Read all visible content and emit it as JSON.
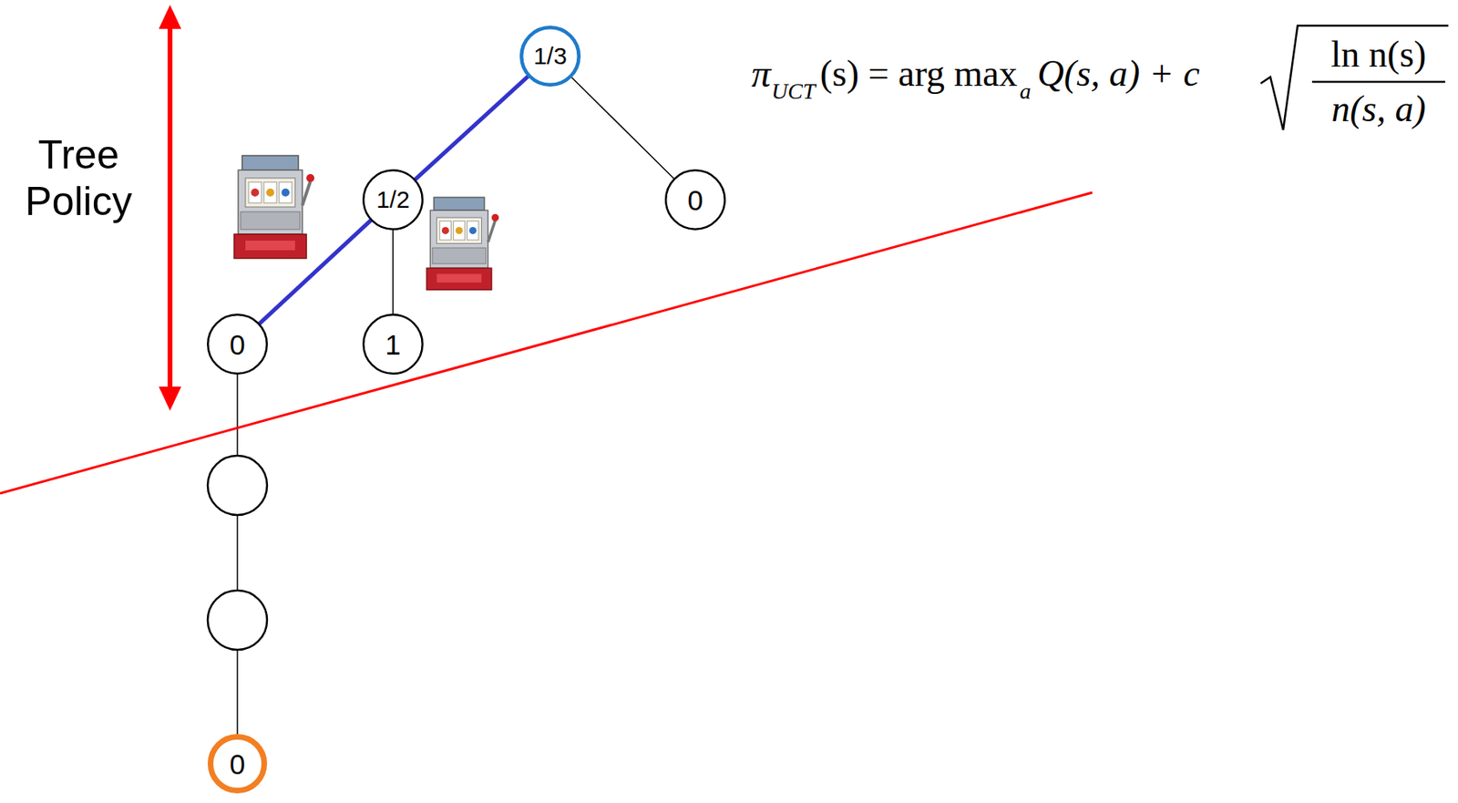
{
  "diagram": {
    "nodes": [
      {
        "text": [
          "1/3"
        ]
      },
      {
        "text": [
          "1/2"
        ]
      },
      {
        "text": [
          "0"
        ]
      },
      {
        "text": [
          "0"
        ]
      },
      {
        "text": [
          "1"
        ]
      },
      {
        "text": [
          "0"
        ]
      }
    ],
    "edges": [
      {
        "from": 0,
        "to": 1,
        "arrow": "none"
      },
      {
        "from": 1,
        "to": 3,
        "arrow": "none"
      },
      {
        "from": 0,
        "to": 2,
        "arrow": "none"
      },
      {
        "from": 1,
        "to": 4,
        "arrow": "none"
      },
      {
        "from": 3,
        "to": 5,
        "arrow": "none"
      }
    ],
    "labels": [
      "π",
      "UCT",
      "(s) = arg max",
      "a",
      "Q(s, a) + c",
      "ln n(s)",
      "n(s, a)",
      "Tree Policy"
    ]
  }
}
